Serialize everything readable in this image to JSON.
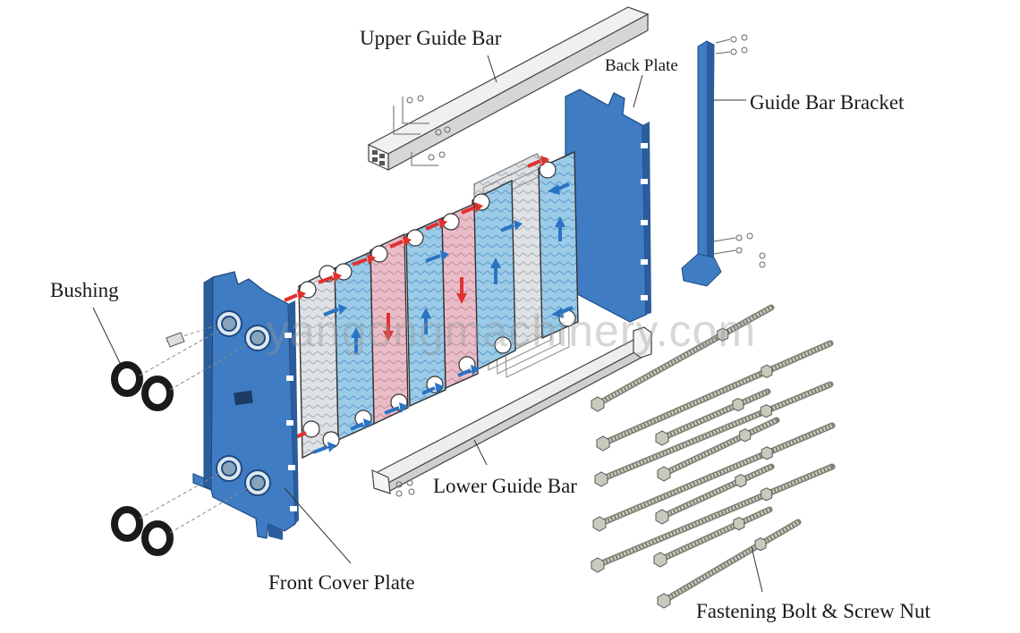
{
  "labels": {
    "upper_guide_bar": "Upper Guide Bar",
    "back_plate": "Back Plate",
    "guide_bar_bracket": "Guide Bar Bracket",
    "bushing": "Bushing",
    "lower_guide_bar": "Lower Guide Bar",
    "front_cover_plate": "Front Cover Plate",
    "fastening_bolt": "Fastening Bolt & Screw Nut"
  },
  "watermark": "yangongmachinery.com",
  "colors": {
    "frame_blue": "#3f7cc4",
    "frame_blue_dark": "#2b5d9c",
    "plate_blue": "#8fc4e4",
    "plate_pink": "#e5b6c2",
    "plate_grey": "#d6d9dd",
    "hot_arrow": "#e0312f",
    "cold_arrow": "#2a74c4",
    "bolt": "#c2c4b6",
    "guide_bar": "#e8e8e8",
    "gasket": "#1a1a1a"
  },
  "icons": {
    "hot_flow": "red-arrow-icon",
    "cold_flow": "blue-arrow-icon"
  }
}
